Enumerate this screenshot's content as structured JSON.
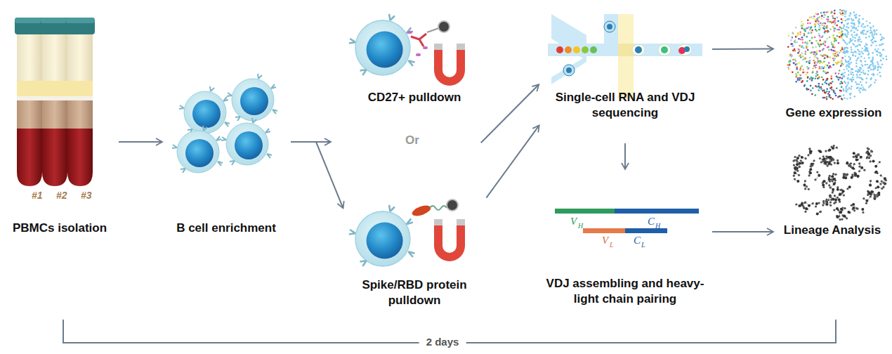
{
  "diagram": {
    "nodes": [
      {
        "text": [
          "PBMCs isolation"
        ]
      },
      {
        "text": [
          "B cell enrichment"
        ]
      },
      {
        "text": [
          "CD27+ pulldown"
        ]
      },
      {
        "text": [
          "Spike/RBD protein pulldown"
        ]
      },
      {
        "text": [
          "Single-cell RNA and VDJ sequencing"
        ]
      },
      {
        "text": [
          "VDJ assembling and heavy-light chain pairing"
        ]
      },
      {
        "text": [
          "Gene expression"
        ]
      },
      {
        "text": [
          "Lineage Analysis"
        ]
      }
    ],
    "edges": [
      {
        "from": 0,
        "to": 1,
        "arrow": "to"
      },
      {
        "from": 1,
        "to": 2,
        "arrow": "to"
      },
      {
        "from": 1,
        "to": 3,
        "arrow": "to"
      },
      {
        "from": 2,
        "to": 4,
        "arrow": "to"
      },
      {
        "from": 3,
        "to": 4,
        "arrow": "to"
      },
      {
        "from": 4,
        "to": 6,
        "arrow": "to"
      },
      {
        "from": 4,
        "to": 5,
        "arrow": "to"
      },
      {
        "from": 5,
        "to": 7,
        "arrow": "to"
      }
    ],
    "labels": [
      "#1",
      "#2",
      "#3",
      "Or",
      "V",
      "H",
      "C",
      "H",
      "V",
      "L",
      "C",
      "L",
      "2 days"
    ]
  }
}
